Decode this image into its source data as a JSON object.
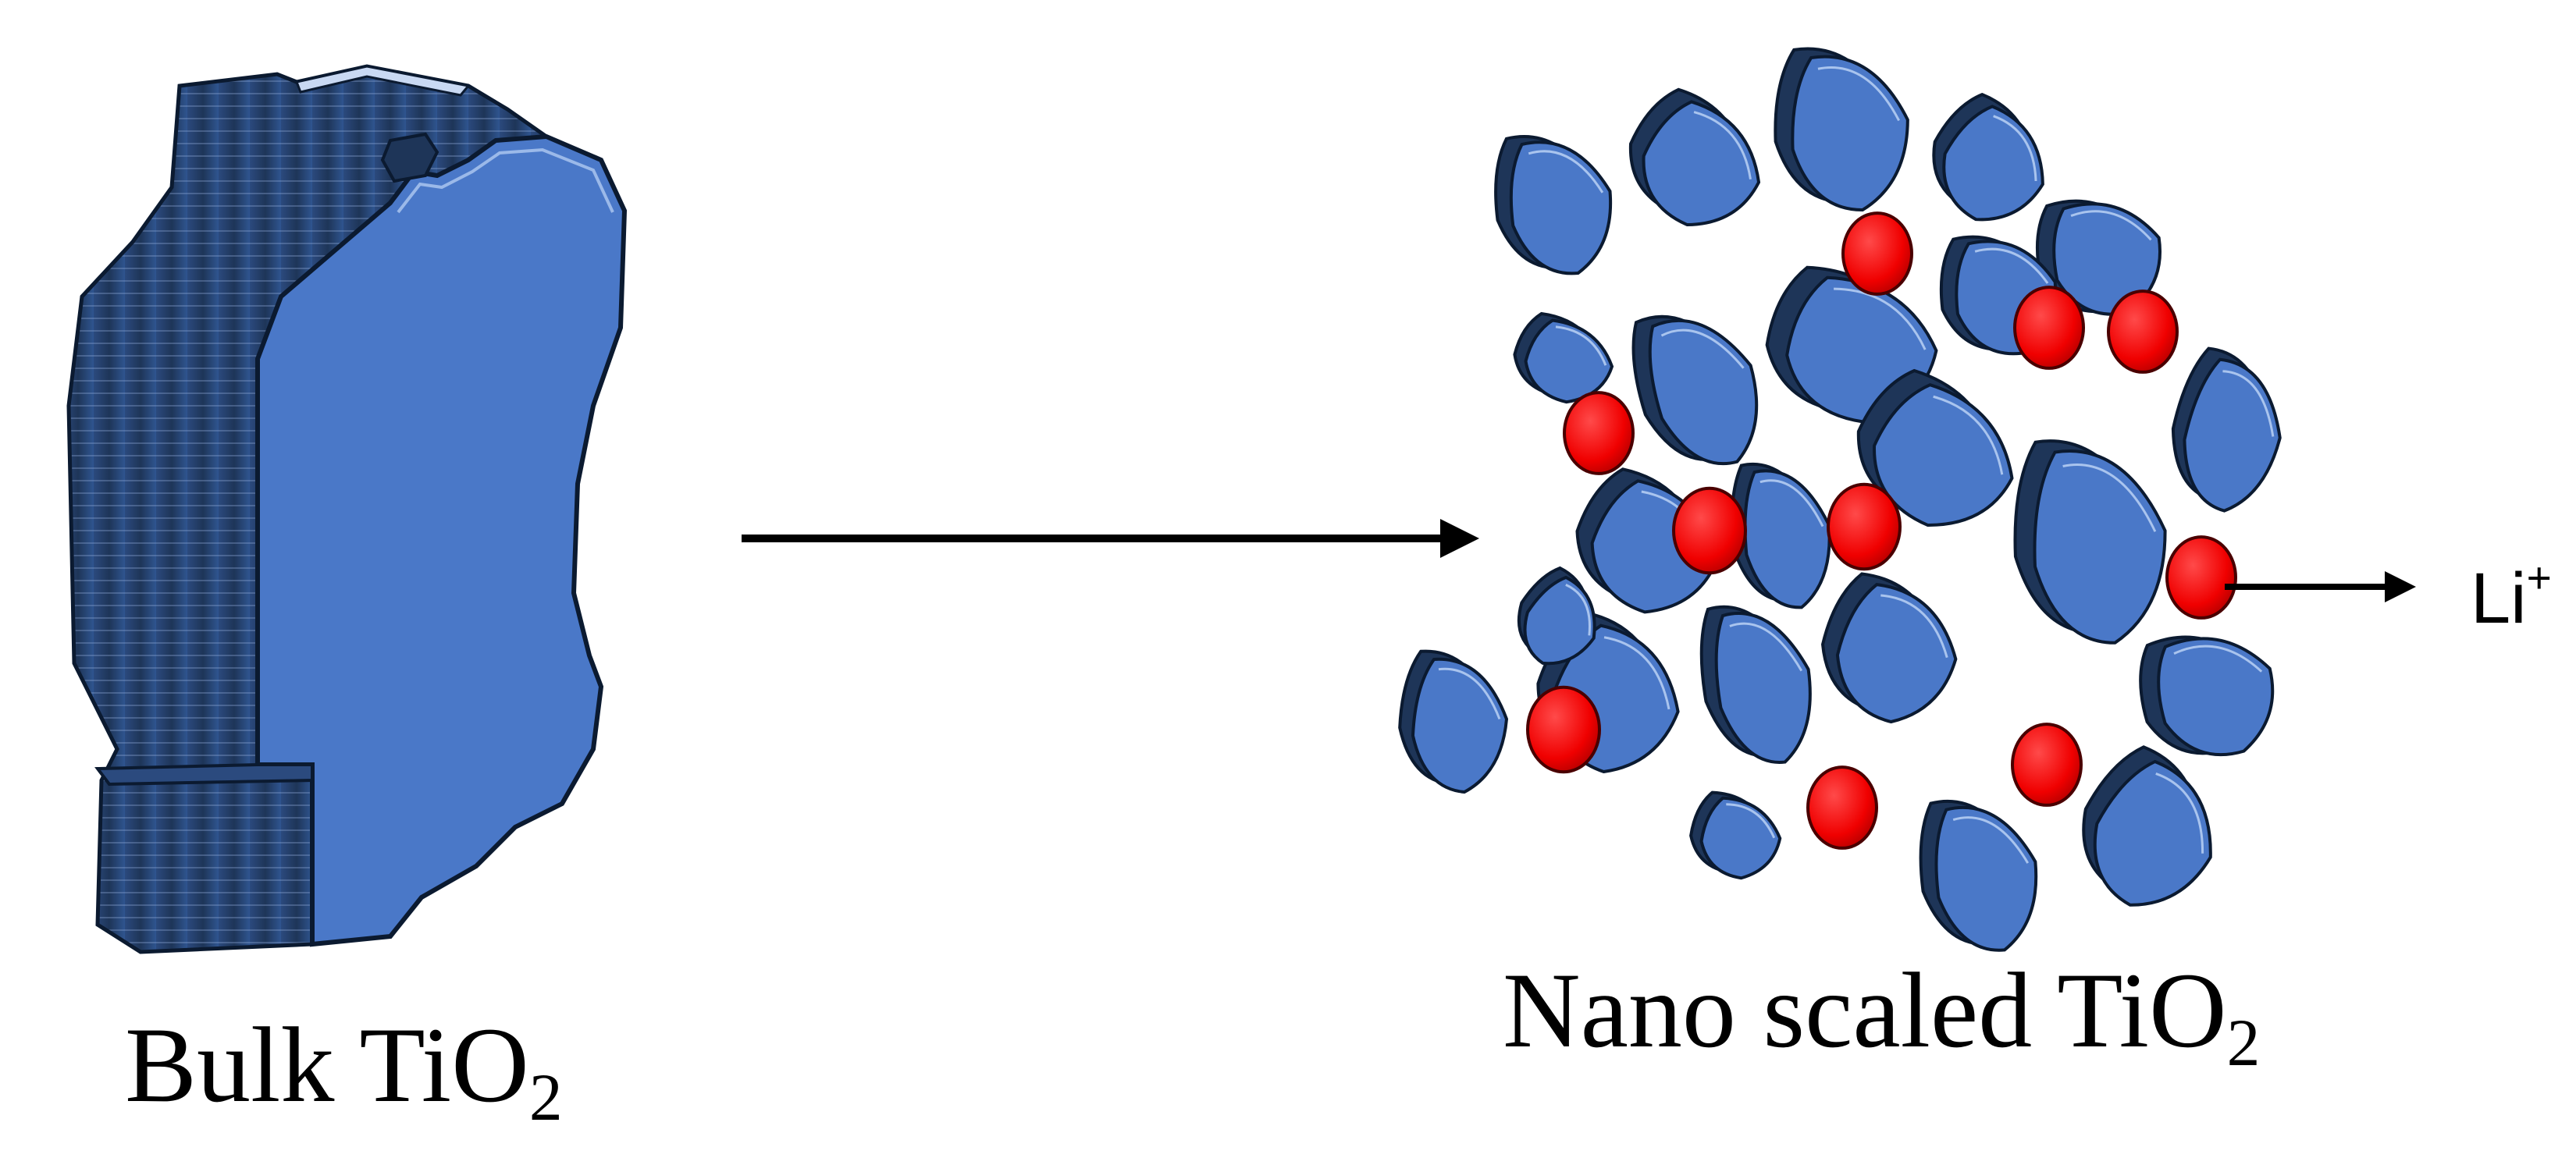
{
  "diagram": {
    "bulk": {
      "label_text": "Bulk TiO",
      "label_subscript": "2"
    },
    "nano": {
      "label_text": "Nano scaled TiO",
      "label_subscript": "2"
    },
    "ion": {
      "label_text": "Li",
      "label_superscript": "+"
    },
    "colors": {
      "particle_face": "#4a78c8",
      "particle_side": "#1e3558",
      "particle_highlight": "#a9c4ee",
      "ion": "#ff0000",
      "arrow": "#000000"
    }
  }
}
